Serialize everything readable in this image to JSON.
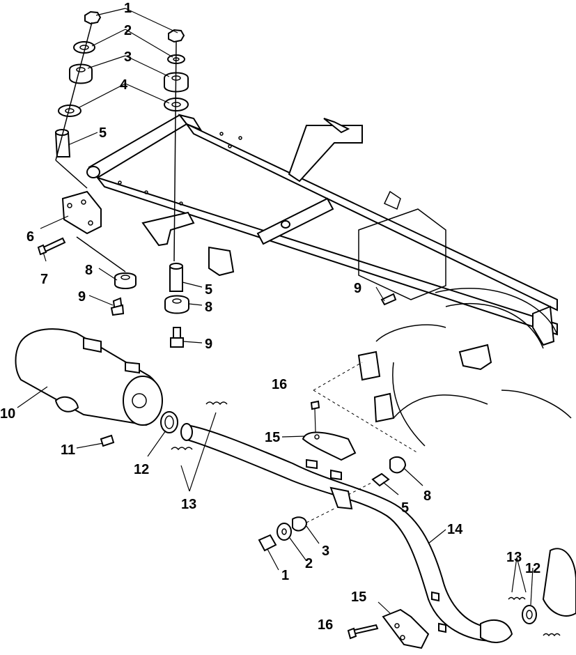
{
  "callouts": [
    {
      "id": "c1a",
      "text": "1"
    },
    {
      "id": "c2a",
      "text": "2"
    },
    {
      "id": "c3a",
      "text": "3"
    },
    {
      "id": "c4a",
      "text": "4"
    },
    {
      "id": "c5a",
      "text": "5"
    },
    {
      "id": "c6",
      "text": "6"
    },
    {
      "id": "c7",
      "text": "7"
    },
    {
      "id": "c8a",
      "text": "8"
    },
    {
      "id": "c9a",
      "text": "9"
    },
    {
      "id": "c5b",
      "text": "5"
    },
    {
      "id": "c8b",
      "text": "8"
    },
    {
      "id": "c9b",
      "text": "9"
    },
    {
      "id": "c9c",
      "text": "9"
    },
    {
      "id": "c10",
      "text": "10"
    },
    {
      "id": "c11",
      "text": "11"
    },
    {
      "id": "c12a",
      "text": "12"
    },
    {
      "id": "c13a",
      "text": "13"
    },
    {
      "id": "c16a",
      "text": "16"
    },
    {
      "id": "c15a",
      "text": "15"
    },
    {
      "id": "c8c",
      "text": "8"
    },
    {
      "id": "c5c",
      "text": "5"
    },
    {
      "id": "c14",
      "text": "14"
    },
    {
      "id": "c3b",
      "text": "3"
    },
    {
      "id": "c2b",
      "text": "2"
    },
    {
      "id": "c1b",
      "text": "1"
    },
    {
      "id": "c13b",
      "text": "13"
    },
    {
      "id": "c12b",
      "text": "12"
    },
    {
      "id": "c15b",
      "text": "15"
    },
    {
      "id": "c16b",
      "text": "16"
    }
  ]
}
